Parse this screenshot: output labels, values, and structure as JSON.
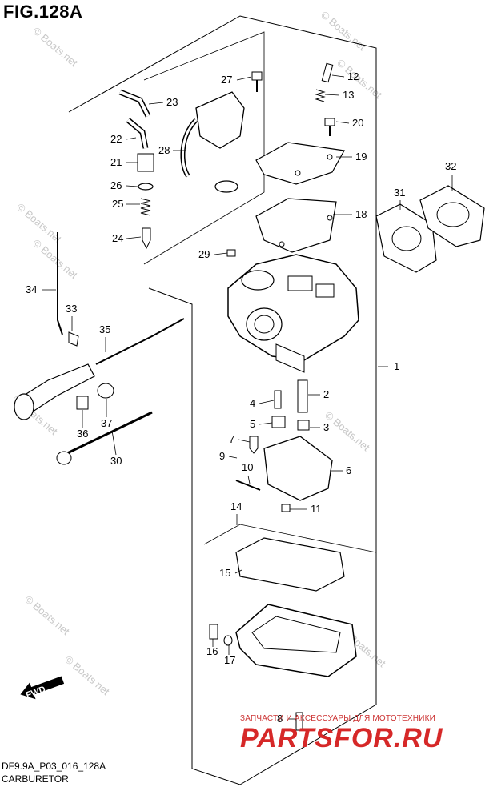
{
  "figure": {
    "title": "FIG.128A",
    "code": "DF9.9A_P03_016_128A",
    "name": "CARBURETOR"
  },
  "watermark": {
    "boats_text": "© Boats.net",
    "ru_caption": "ЗАПЧАСТИ И АКСЕССУАРЫ ДЛЯ МОТОТЕХНИКИ",
    "ru_logo": "PARTSFOR.RU",
    "ru_color": "#d62828"
  },
  "fwd_label": "FWD",
  "callouts": [
    {
      "n": "1"
    },
    {
      "n": "2"
    },
    {
      "n": "3"
    },
    {
      "n": "4"
    },
    {
      "n": "5"
    },
    {
      "n": "6"
    },
    {
      "n": "7"
    },
    {
      "n": "8"
    },
    {
      "n": "9"
    },
    {
      "n": "10"
    },
    {
      "n": "11"
    },
    {
      "n": "12"
    },
    {
      "n": "13"
    },
    {
      "n": "14"
    },
    {
      "n": "15"
    },
    {
      "n": "16"
    },
    {
      "n": "17"
    },
    {
      "n": "18"
    },
    {
      "n": "19"
    },
    {
      "n": "20"
    },
    {
      "n": "21"
    },
    {
      "n": "22"
    },
    {
      "n": "23"
    },
    {
      "n": "24"
    },
    {
      "n": "25"
    },
    {
      "n": "26"
    },
    {
      "n": "27"
    },
    {
      "n": "28"
    },
    {
      "n": "29"
    },
    {
      "n": "30"
    },
    {
      "n": "31"
    },
    {
      "n": "32"
    },
    {
      "n": "33"
    },
    {
      "n": "34"
    },
    {
      "n": "35"
    },
    {
      "n": "36"
    },
    {
      "n": "37"
    }
  ]
}
